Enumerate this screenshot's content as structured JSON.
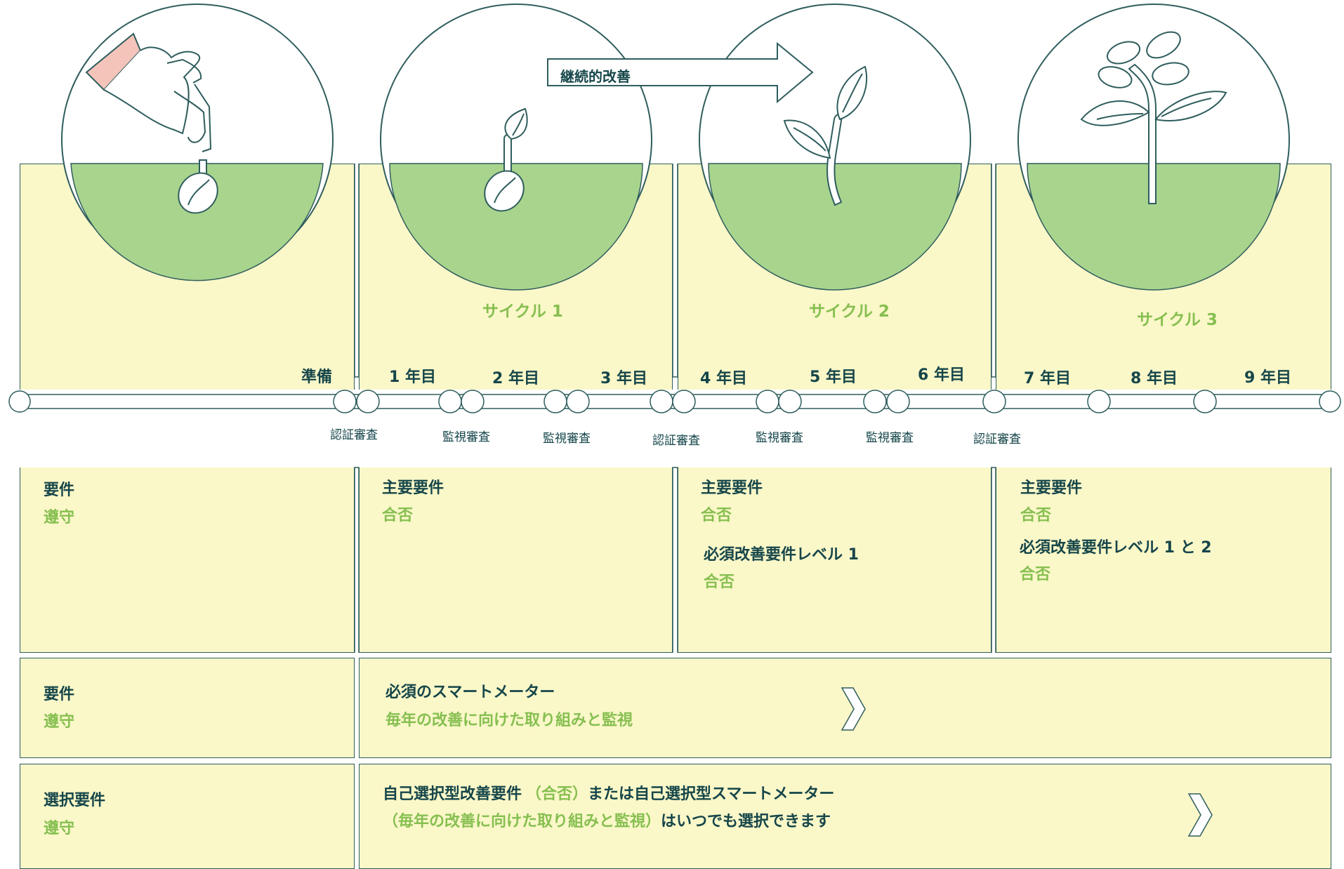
{
  "arrow_label": "継続的改善",
  "cycles": [
    "サイクル 1",
    "サイクル 2",
    "サイクル 3"
  ],
  "years": [
    "準備",
    "1 年目",
    "2 年目",
    "3 年目",
    "4 年目",
    "5 年目",
    "6 年目",
    "7 年目",
    "8 年目",
    "9 年目"
  ],
  "audits": [
    "認証審査",
    "監視審査",
    "監視審査",
    "認証審査",
    "監視審査",
    "監視審査",
    "認証審査"
  ],
  "row1": {
    "left_heading": "要件",
    "left_sub": "遵守",
    "c1_heading": "主要要件",
    "c1_sub": "合否",
    "c2_heading": "主要要件",
    "c2_sub": "合否",
    "c2_heading2": "必須改善要件レベル 1",
    "c2_sub2": "合否",
    "c3_heading": "主要要件",
    "c3_sub": "合否",
    "c3_heading2": "必須改善要件レベル 1 と 2",
    "c3_sub2": "合否"
  },
  "row2": {
    "left_heading": "要件",
    "left_sub": "遵守",
    "heading": "必須のスマートメーター",
    "sub": "毎年の改善に向けた取り組みと監視"
  },
  "row3": {
    "left_heading": "選択要件",
    "left_sub": "遵守",
    "line1_a": "自己選択型改善要件",
    "line1_b": "（合否）",
    "line1_c": "または自己選択型スマートメーター",
    "line2_a": "（毎年の改善に向けた取り組みと監視）",
    "line2_b": "はいつでも選択できます"
  },
  "colors": {
    "panel": "#faf7c8",
    "soil": "#a9d48e",
    "dark": "#16464a",
    "green_text": "#86bf50",
    "hand_cuff": "#f4c4bb"
  },
  "icons": [
    "hand-planting-seed-icon",
    "seed-sprout-icon",
    "young-plant-icon",
    "grown-plant-icon",
    "chevron-right-icon"
  ]
}
